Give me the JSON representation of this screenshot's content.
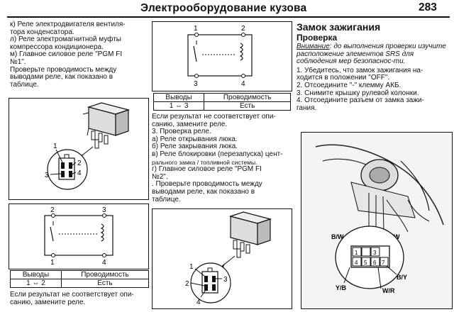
{
  "header": {
    "title": "Электрооборудование кузова",
    "page_number": "283"
  },
  "col1": {
    "lines": [
      "к) Реле электродвигателя вентиля-",
      "тора конденсатора.",
      "л) Реле электромагнитной муфты",
      "компрессора кондиционера.",
      "м) Главное силовое реле \"PGM FI",
      "№1\".",
      "  Проверьте проводимость между",
      "выводами реле, как показано в",
      "таблице."
    ]
  },
  "relay1": {
    "pins": [
      "1",
      "2",
      "3",
      "4"
    ]
  },
  "circuit1": {
    "pins": [
      "2",
      "3",
      "1",
      "4"
    ]
  },
  "table1": {
    "col1": "Выводы",
    "col2": "Проводимость",
    "row_pins": "1 ⇔ 2",
    "row_result": "Есть"
  },
  "bottom_note": {
    "line1": "Если результат не соответствует опи-",
    "line2": "санию, замените реле."
  },
  "circuit2": {
    "pins": [
      "1",
      "2",
      "3",
      "4"
    ]
  },
  "table2": {
    "col1": "Выводы",
    "col2": "Проводимость",
    "row_pins": "1 ⇔ 3",
    "row_result": "Есть"
  },
  "col2": {
    "lines": [
      "Если результат не соответствует опи-",
      "санию, замените реле.",
      "3. Проверка реле.",
      "  а) Реле открывания люка.",
      "  б) Реле закрывания люка.",
      "  в) Реле блокировки (перезапуска) цент-",
      "  рального замка / топливной системы.",
      "  г) Главное силовое реле \"PGM FI",
      "  №2\".",
      "  . Проверьте проводимость между",
      "  выводами реле, как показано в",
      "  таблице."
    ]
  },
  "relay2": {
    "pins": [
      "1",
      "2",
      "3",
      "4"
    ]
  },
  "col3": {
    "section_title": "Замок зажигания",
    "subtitle": "Проверка",
    "note_label": "Внимание",
    "note_text": ": до выполнения проверки изучите расположение элементов SRS для соблюдения мер безопаснос-ти.",
    "steps": [
      "1. Убедитесь, что замок зажигания на-",
      "ходится в положении \"OFF\".",
      "2. Отсоедините \"-\" клемму АКБ.",
      "3. Снимите крышку рулевой колонки.",
      "4. Отсоедините разъем от замка зажи-",
      "гания."
    ]
  },
  "connector": {
    "wire_labels": [
      "B/W",
      "W",
      "B/Y",
      "Y/B",
      "W/R"
    ],
    "cells": [
      "1",
      "",
      "3",
      "4",
      "5",
      "6",
      "7"
    ]
  }
}
